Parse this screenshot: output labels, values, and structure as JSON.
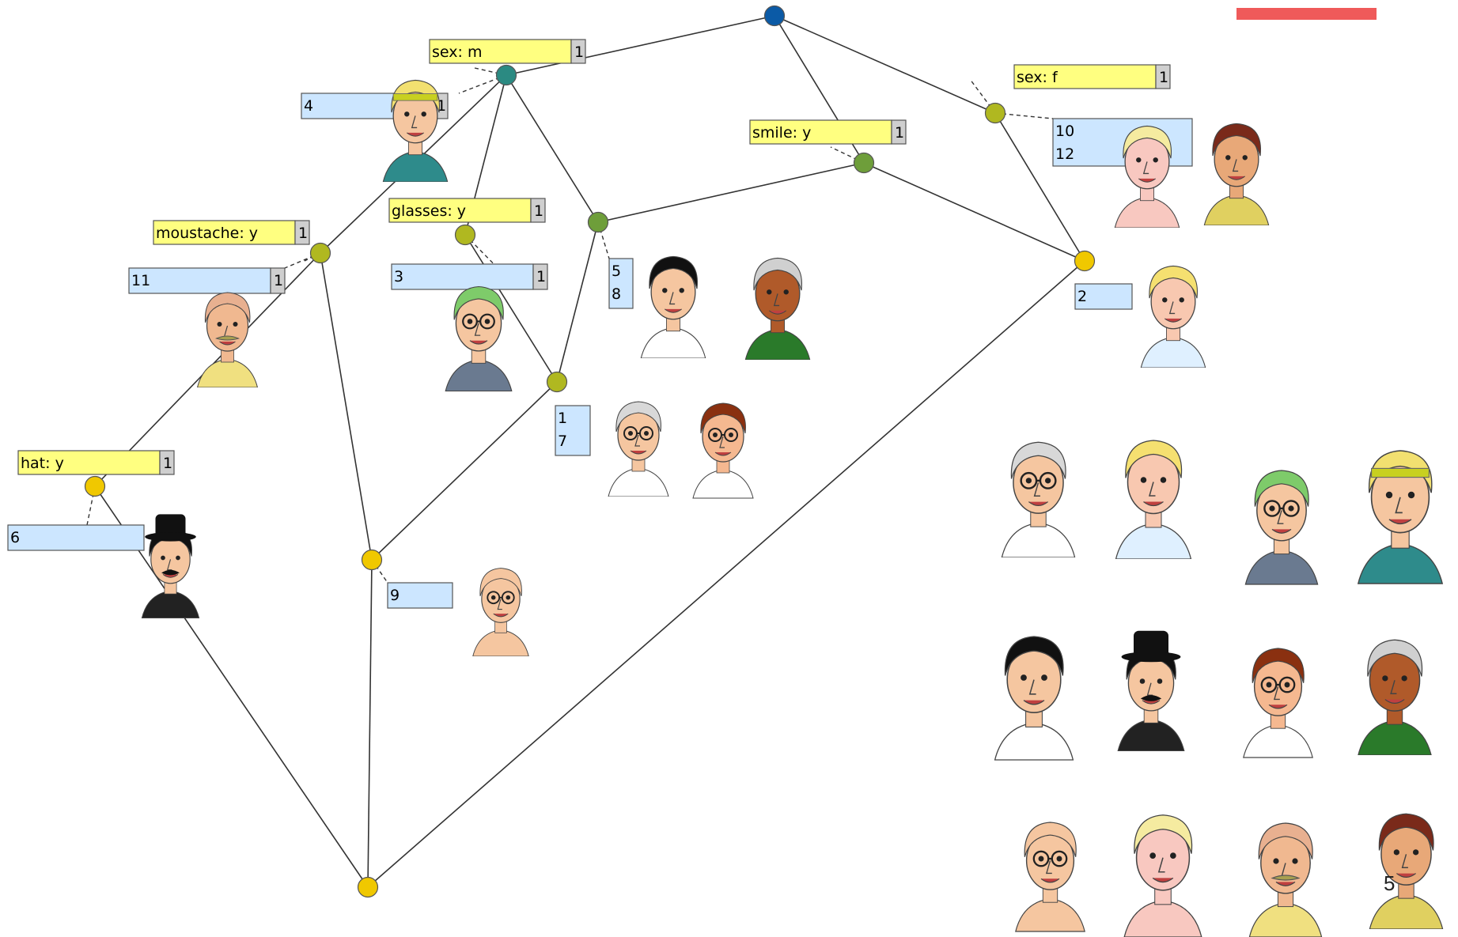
{
  "page_number": "5",
  "colors": {
    "accent_bar": "#ef5a5a",
    "intent_label": "#ffff80",
    "extent_label": "#cce6ff",
    "count_box": "#cfcfcf",
    "node_top": "#0b5aa6",
    "node_teal": "#2b8a82",
    "node_green": "#6e9e3a",
    "node_olive": "#b0b820",
    "node_yellow": "#f0c800"
  },
  "attribute_labels": [
    {
      "id": "sex-m",
      "text": "sex: m",
      "count": "1"
    },
    {
      "id": "sex-f",
      "text": "sex: f",
      "count": "1"
    },
    {
      "id": "smile-y",
      "text": "smile: y",
      "count": "1"
    },
    {
      "id": "glasses-y",
      "text": "glasses: y",
      "count": "1"
    },
    {
      "id": "moustache-y",
      "text": "moustache: y",
      "count": "1"
    },
    {
      "id": "hat-y",
      "text": "hat: y",
      "count": "1"
    }
  ],
  "object_labels": [
    {
      "id": "obj-4",
      "lines": [
        "4"
      ],
      "count": "1"
    },
    {
      "id": "obj-10-12",
      "lines": [
        "10",
        "12"
      ],
      "count": ""
    },
    {
      "id": "obj-11",
      "lines": [
        "11"
      ],
      "count": "1"
    },
    {
      "id": "obj-3",
      "lines": [
        "3"
      ],
      "count": "1"
    },
    {
      "id": "obj-5-8",
      "lines": [
        "5",
        "8"
      ],
      "count": ""
    },
    {
      "id": "obj-2",
      "lines": [
        "2"
      ],
      "count": ""
    },
    {
      "id": "obj-1-7",
      "lines": [
        "1",
        "7"
      ],
      "count": ""
    },
    {
      "id": "obj-6",
      "lines": [
        "6"
      ],
      "count": ""
    },
    {
      "id": "obj-9",
      "lines": [
        "9"
      ],
      "count": ""
    }
  ],
  "lattice_nodes": [
    {
      "id": "top",
      "color": "node_top"
    },
    {
      "id": "sex-m",
      "color": "node_teal"
    },
    {
      "id": "sex-f",
      "color": "node_olive"
    },
    {
      "id": "smile",
      "color": "node_green"
    },
    {
      "id": "male-smile",
      "color": "node_green"
    },
    {
      "id": "glasses",
      "color": "node_olive"
    },
    {
      "id": "moustache",
      "color": "node_olive"
    },
    {
      "id": "female-smile",
      "color": "node_yellow"
    },
    {
      "id": "glasses-smile",
      "color": "node_olive"
    },
    {
      "id": "hat",
      "color": "node_yellow"
    },
    {
      "id": "glasses-moustache",
      "color": "node_yellow"
    },
    {
      "id": "bottom",
      "color": "node_yellow"
    }
  ],
  "faces": [
    {
      "id": "face-4",
      "hair": "#f2e070",
      "skin": "#f5c6a0",
      "shirt": "#2e8b8b",
      "accessory": "headband"
    },
    {
      "id": "face-10",
      "hair": "#f5eba0",
      "skin": "#f8c8c0",
      "shirt": "#f8c8c0",
      "accessory": "none"
    },
    {
      "id": "face-12",
      "hair": "#7a2a1a",
      "skin": "#e8a878",
      "shirt": "#e0d060",
      "accessory": "none"
    },
    {
      "id": "face-11",
      "hair": "#e8b090",
      "skin": "#f0b890",
      "shirt": "#f0e080",
      "accessory": "moustache"
    },
    {
      "id": "face-3",
      "hair": "#7ecb6a",
      "skin": "#f5c6a0",
      "shirt": "#6a7a90",
      "accessory": "glasses"
    },
    {
      "id": "face-5",
      "hair": "#111111",
      "skin": "#f5c6a0",
      "shirt": "#ffffff",
      "accessory": "none"
    },
    {
      "id": "face-8",
      "hair": "#d0d0d0",
      "skin": "#b05a2a",
      "shirt": "#2a7a2a",
      "accessory": "none"
    },
    {
      "id": "face-2",
      "hair": "#f5e070",
      "skin": "#f8c8b0",
      "shirt": "#dff0ff",
      "accessory": "none"
    },
    {
      "id": "face-1",
      "hair": "#d8d8d8",
      "skin": "#f5c6a0",
      "shirt": "#ffffff",
      "accessory": "glasses"
    },
    {
      "id": "face-7",
      "hair": "#8a3010",
      "skin": "#f5b890",
      "shirt": "#ffffff",
      "accessory": "glasses"
    },
    {
      "id": "face-6",
      "hair": "#111111",
      "skin": "#f5c6a0",
      "shirt": "#222222",
      "accessory": "hat"
    },
    {
      "id": "face-9",
      "hair": "#f5c6a0",
      "skin": "#f5c6a0",
      "shirt": "#f5c6a0",
      "accessory": "glasses"
    },
    {
      "id": "grid-face-1",
      "hair": "#d8d8d8",
      "skin": "#f5c6a0",
      "shirt": "#ffffff",
      "accessory": "glasses"
    },
    {
      "id": "grid-face-2",
      "hair": "#f5e070",
      "skin": "#f8c8b0",
      "shirt": "#dff0ff",
      "accessory": "none"
    },
    {
      "id": "grid-face-3",
      "hair": "#7ecb6a",
      "skin": "#f5c6a0",
      "shirt": "#6a7a90",
      "accessory": "glasses"
    },
    {
      "id": "grid-face-4",
      "hair": "#f2e070",
      "skin": "#f5c6a0",
      "shirt": "#2e8b8b",
      "accessory": "headband"
    },
    {
      "id": "grid-face-5",
      "hair": "#111111",
      "skin": "#f5c6a0",
      "shirt": "#ffffff",
      "accessory": "none"
    },
    {
      "id": "grid-face-6",
      "hair": "#111111",
      "skin": "#f5c6a0",
      "shirt": "#222222",
      "accessory": "hat"
    },
    {
      "id": "grid-face-7",
      "hair": "#8a3010",
      "skin": "#f5b890",
      "shirt": "#ffffff",
      "accessory": "glasses"
    },
    {
      "id": "grid-face-8",
      "hair": "#d0d0d0",
      "skin": "#b05a2a",
      "shirt": "#2a7a2a",
      "accessory": "none"
    },
    {
      "id": "grid-face-9",
      "hair": "#f5c6a0",
      "skin": "#f5c6a0",
      "shirt": "#f5c6a0",
      "accessory": "glasses"
    },
    {
      "id": "grid-face-10",
      "hair": "#f5eba0",
      "skin": "#f8c8c0",
      "shirt": "#f8c8c0",
      "accessory": "none"
    },
    {
      "id": "grid-face-11",
      "hair": "#e8b090",
      "skin": "#f0b890",
      "shirt": "#f0e080",
      "accessory": "moustache"
    },
    {
      "id": "grid-face-12",
      "hair": "#7a2a1a",
      "skin": "#e8a878",
      "shirt": "#e0d060",
      "accessory": "none"
    }
  ]
}
